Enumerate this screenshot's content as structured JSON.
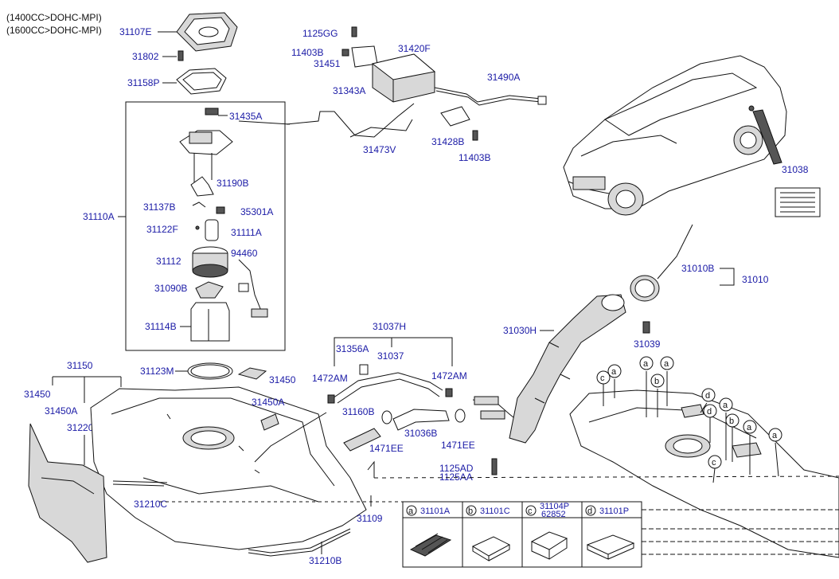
{
  "header_notes": [
    "(1400CC>DOHC-MPI)",
    "(1600CC>DOHC-MPI)"
  ],
  "labels": {
    "p31107E": "31107E",
    "p31802": "31802",
    "p31158P": "31158P",
    "p31435A": "31435A",
    "p31190B": "31190B",
    "p31110A": "31110A",
    "p31137B": "31137B",
    "p35301A": "35301A",
    "p31122F": "31122F",
    "p31111A": "31111A",
    "p31112": "31112",
    "p94460": "94460",
    "p31090B": "31090B",
    "p31114B": "31114B",
    "p31123M": "31123M",
    "p31450_top": "31450",
    "p31150": "31150",
    "p31450_left": "31450",
    "p31450A_left": "31450A",
    "p31220": "31220",
    "p31450A": "31450A",
    "p31210C": "31210C",
    "p31210B": "31210B",
    "p31109": "31109",
    "p1125GG": "1125GG",
    "p11403B_top": "11403B",
    "p31451": "31451",
    "p31420F": "31420F",
    "p31343A": "31343A",
    "p31490A": "31490A",
    "p31473V": "31473V",
    "p31428B": "31428B",
    "p11403B_bot": "11403B",
    "p31037H": "31037H",
    "p31356A": "31356A",
    "p31037": "31037",
    "p1472AM_left": "1472AM",
    "p1472AM_right": "1472AM",
    "p31160B": "31160B",
    "p31036B": "31036B",
    "p1471EE_left": "1471EE",
    "p1471EE_right": "1471EE",
    "p1125AD": "1125AD",
    "p1125AA": "1125AA",
    "p31030H": "31030H",
    "p31039": "31039",
    "p31010B": "31010B",
    "p31010": "31010",
    "p31038": "31038"
  },
  "legend": {
    "a": {
      "letter": "a",
      "part": "31101A"
    },
    "b": {
      "letter": "b",
      "part": "31101C"
    },
    "c": {
      "letter": "c",
      "part": "31104P",
      "part2": "62852"
    },
    "d": {
      "letter": "d",
      "part": "31101P"
    }
  },
  "callout_letters": [
    "a",
    "b",
    "c",
    "d"
  ]
}
